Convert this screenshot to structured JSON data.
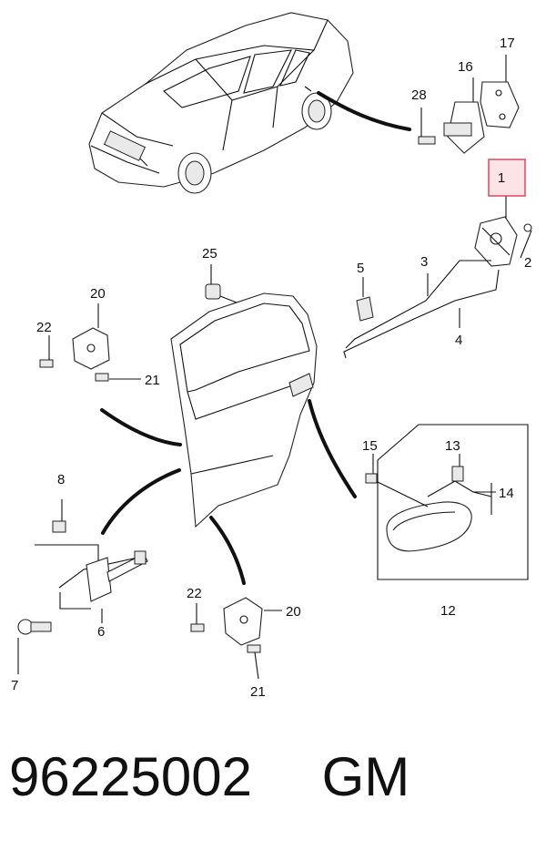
{
  "diagram": {
    "callouts": {
      "c1": "1",
      "c2": "2",
      "c3": "3",
      "c4": "4",
      "c5": "5",
      "c6": "6",
      "c7": "7",
      "c8": "8",
      "c12": "12",
      "c13": "13",
      "c14": "14",
      "c15": "15",
      "c16": "16",
      "c17": "17",
      "c20a": "20",
      "c20b": "20",
      "c21a": "21",
      "c21b": "21",
      "c22a": "22",
      "c22b": "22",
      "c25": "25",
      "c28": "28"
    },
    "highlight_color": "#d94a5a"
  },
  "footer": {
    "part_number": "96225002",
    "brand": "GM"
  }
}
